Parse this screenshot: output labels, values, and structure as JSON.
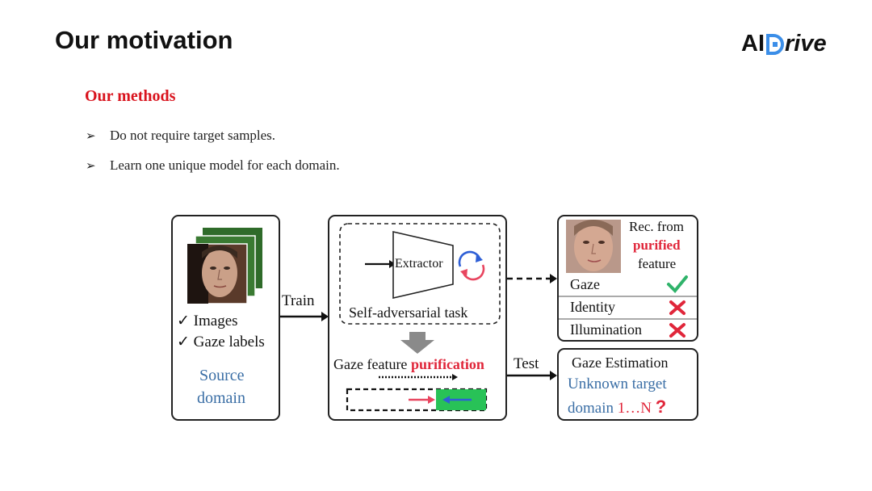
{
  "slide": {
    "title": "Our motivation",
    "logo_prefix": "AI ",
    "logo_suffix": "rive"
  },
  "methods": {
    "heading": "Our methods",
    "bullet_marker": "➢",
    "bullets": [
      "Do not require target samples.",
      "Learn one unique model for each domain."
    ]
  },
  "diagram": {
    "source": {
      "checks": [
        "Images",
        "Gaze labels"
      ],
      "check_mark": "✓",
      "label_line1": "Source",
      "label_line2": "domain"
    },
    "arrows": {
      "train": "Train",
      "test": "Test"
    },
    "center": {
      "extractor": "Extractor",
      "task": "Self-adversarial task",
      "purif_prefix": "Gaze feature ",
      "purif_highlight": "purification"
    },
    "recon": {
      "line1": "Rec. from",
      "line2": "purified",
      "line3": "feature",
      "rows": [
        {
          "label": "Gaze",
          "status": "check"
        },
        {
          "label": "Identity",
          "status": "cross"
        },
        {
          "label": "Illumination",
          "status": "cross"
        }
      ]
    },
    "estimation": {
      "title": "Gaze Estimation",
      "line2": "Unknown target",
      "line3_word": "domain",
      "line3_range": "1…N",
      "question": "?"
    },
    "colors": {
      "check": "#2fb36a",
      "cross": "#e0263a",
      "green_block": "#28c257",
      "blue_arrow": "#2e5fd6",
      "red_arrow": "#e8455f",
      "gray_arrow": "#8a8a8a"
    }
  }
}
